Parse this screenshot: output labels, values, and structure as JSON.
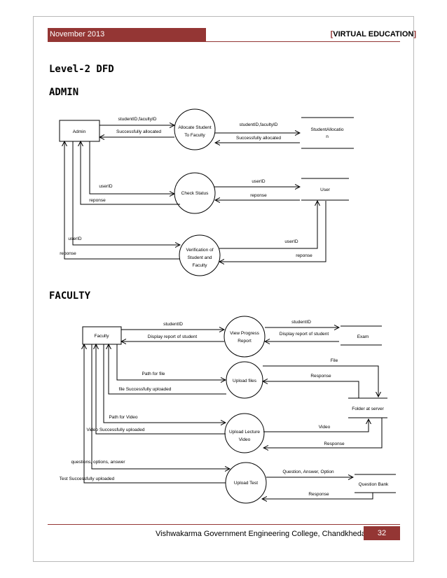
{
  "header": {
    "left": "November 2013",
    "bracket_open": "[",
    "right": "VIRTUAL EDUCATION",
    "bracket_close": "]"
  },
  "titles": {
    "level": "Level-2 DFD",
    "admin": "ADMIN",
    "faculty": "FACULTY"
  },
  "admin": {
    "entity": "Admin",
    "p1": [
      "Allocate Student",
      "To Faculty"
    ],
    "p2": "Check Status",
    "p3": [
      "Verification of",
      "Student and",
      "Faculty"
    ],
    "store1": [
      "StudentAllocatio",
      "n"
    ],
    "store2": "User",
    "flows": {
      "f1": "studentID,facultyID",
      "f2": "Successfully allocated",
      "f3": "studentID,facultyID",
      "f4": "Successfully allocated",
      "f5": "userID",
      "f6": "reponse",
      "f7": "userID",
      "f8": "reponse",
      "f9": "userID",
      "f10": "reponse",
      "f11": "userID",
      "f12": "reponse"
    }
  },
  "faculty": {
    "entity": "Faculty",
    "p1": [
      "View Progress",
      "Report"
    ],
    "p2": "Upload files",
    "p3": [
      "Upload Lecture",
      "Video"
    ],
    "p4": "Upload Test",
    "store_exam": "Exam",
    "store_folder": "Folder at server",
    "store_qb": "Question Bank",
    "flows": {
      "g1": "studentID",
      "g2": "Display report of student",
      "g3": "studentID",
      "g4": "Display report of student",
      "g5": "Path for file",
      "g6": "file Successfully uploaded",
      "g7": "File",
      "g8": "Response",
      "g9": "Path for Video",
      "g10": "Video Successfully uploaded",
      "g11": "Video",
      "g12": "Response",
      "g13": "questions, options, answer",
      "g14": "Test Successfully uploaded",
      "g15": "Question, Answer, Option",
      "g16": "Response"
    }
  },
  "footer": {
    "text": "Vishwakarma Government Engineering College, Chandkheda",
    "page": "32"
  }
}
